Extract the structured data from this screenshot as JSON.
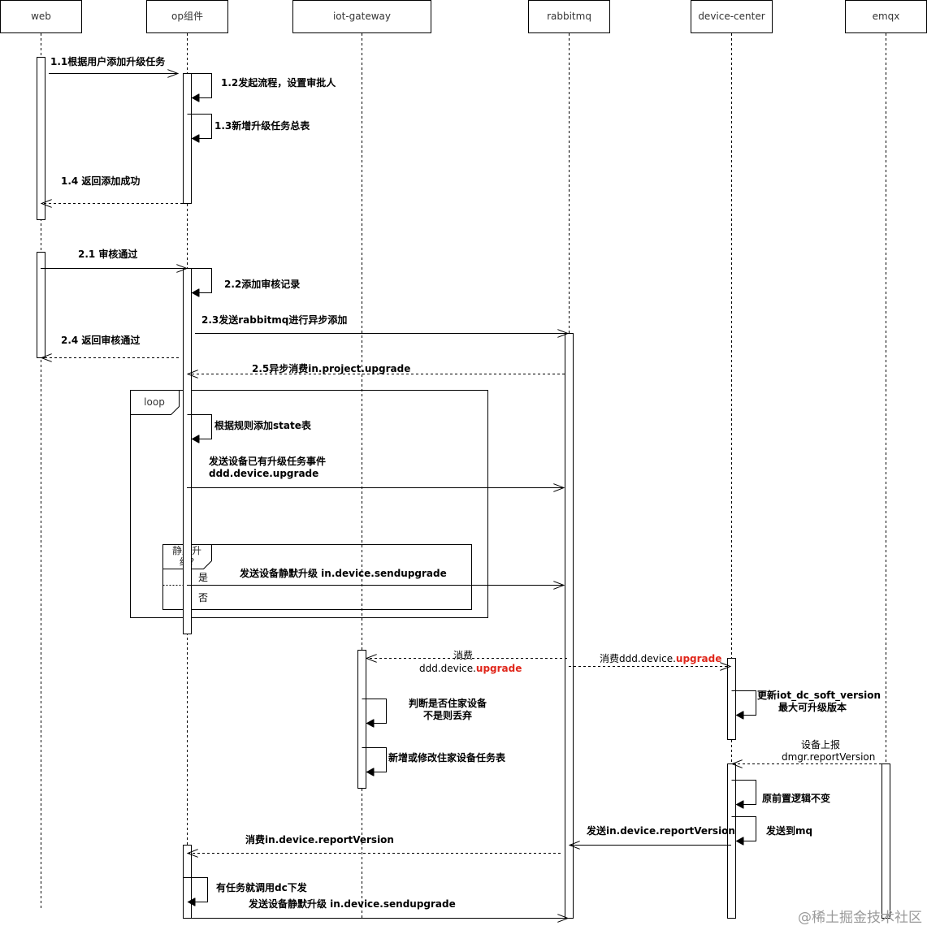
{
  "participants": [
    {
      "id": "web",
      "label": "web"
    },
    {
      "id": "op",
      "label": "op组件"
    },
    {
      "id": "gw",
      "label": "iot-gateway"
    },
    {
      "id": "mq",
      "label": "rabbitmq"
    },
    {
      "id": "dc",
      "label": "device-center"
    },
    {
      "id": "emqx",
      "label": "emqx"
    }
  ],
  "messages": [
    {
      "id": "m1_1",
      "lines": [
        "1.1根据用户添加升级任务"
      ]
    },
    {
      "id": "m1_2",
      "lines": [
        "1.2发起流程，设置审批人"
      ]
    },
    {
      "id": "m1_3",
      "lines": [
        "1.3新增升级任务总表"
      ]
    },
    {
      "id": "m1_4",
      "lines": [
        "1.4 返回添加成功"
      ]
    },
    {
      "id": "m2_1",
      "lines": [
        "2.1 审核通过"
      ]
    },
    {
      "id": "m2_2",
      "lines": [
        "2.2添加审核记录"
      ]
    },
    {
      "id": "m2_3",
      "lines": [
        "2.3发送rabbitmq进行异步添加"
      ],
      "color": "#e0261a"
    },
    {
      "id": "m2_4",
      "lines": [
        "2.4 返回审核通过"
      ]
    },
    {
      "id": "m2_5",
      "lines": [
        "2.5异步消费in.project.upgrade"
      ],
      "color": "#e0261a"
    },
    {
      "id": "m_state",
      "lines": [
        "根据规则添加state表"
      ]
    },
    {
      "id": "m_event",
      "lines": [
        "发送设备已有升级任务事件",
        "ddd.device.upgrade"
      ],
      "color": "#e0261a"
    },
    {
      "id": "m_silent",
      "lines": [
        "发送设备静默升级 in.device.sendupgrade"
      ]
    },
    {
      "id": "m_consume_gw",
      "lines": [
        "消费",
        "ddd.device."
      ],
      "highlight": "upgrade",
      "color": "#e0261a"
    },
    {
      "id": "m_consume_dc",
      "lines": [
        "消费ddd.device."
      ],
      "highlight": "upgrade",
      "color": "#e0261a"
    },
    {
      "id": "m_judge",
      "lines": [
        "判断是否住家设备",
        "不是则丢弃"
      ]
    },
    {
      "id": "m_addtask",
      "lines": [
        "新增或修改住家设备任务表"
      ]
    },
    {
      "id": "m_update",
      "lines": [
        "更新iot_dc_soft_version",
        "最大可升级版本"
      ]
    },
    {
      "id": "m_report",
      "lines": [
        "设备上报",
        "dmgr.reportVersion"
      ]
    },
    {
      "id": "m_logic",
      "lines": [
        "原前置逻辑不变"
      ]
    },
    {
      "id": "m_tomq",
      "lines": [
        "发送到mq"
      ]
    },
    {
      "id": "m_sendreport",
      "lines": [
        "发送in.device.reportVersion"
      ]
    },
    {
      "id": "m_consume_report",
      "lines": [
        "消费in.device.reportVersion"
      ]
    },
    {
      "id": "m_dc_issue",
      "lines": [
        "有任务就调用dc下发"
      ]
    },
    {
      "id": "m_final",
      "lines": [
        "发送设备静默升级 in.device.sendupgrade"
      ]
    }
  ],
  "fragments": {
    "loop": {
      "label": "loop"
    },
    "alt": {
      "label_lines": [
        "静默升",
        "级?"
      ],
      "yes": "是",
      "no": "否"
    }
  },
  "watermark": "@稀土掘金技术社区"
}
